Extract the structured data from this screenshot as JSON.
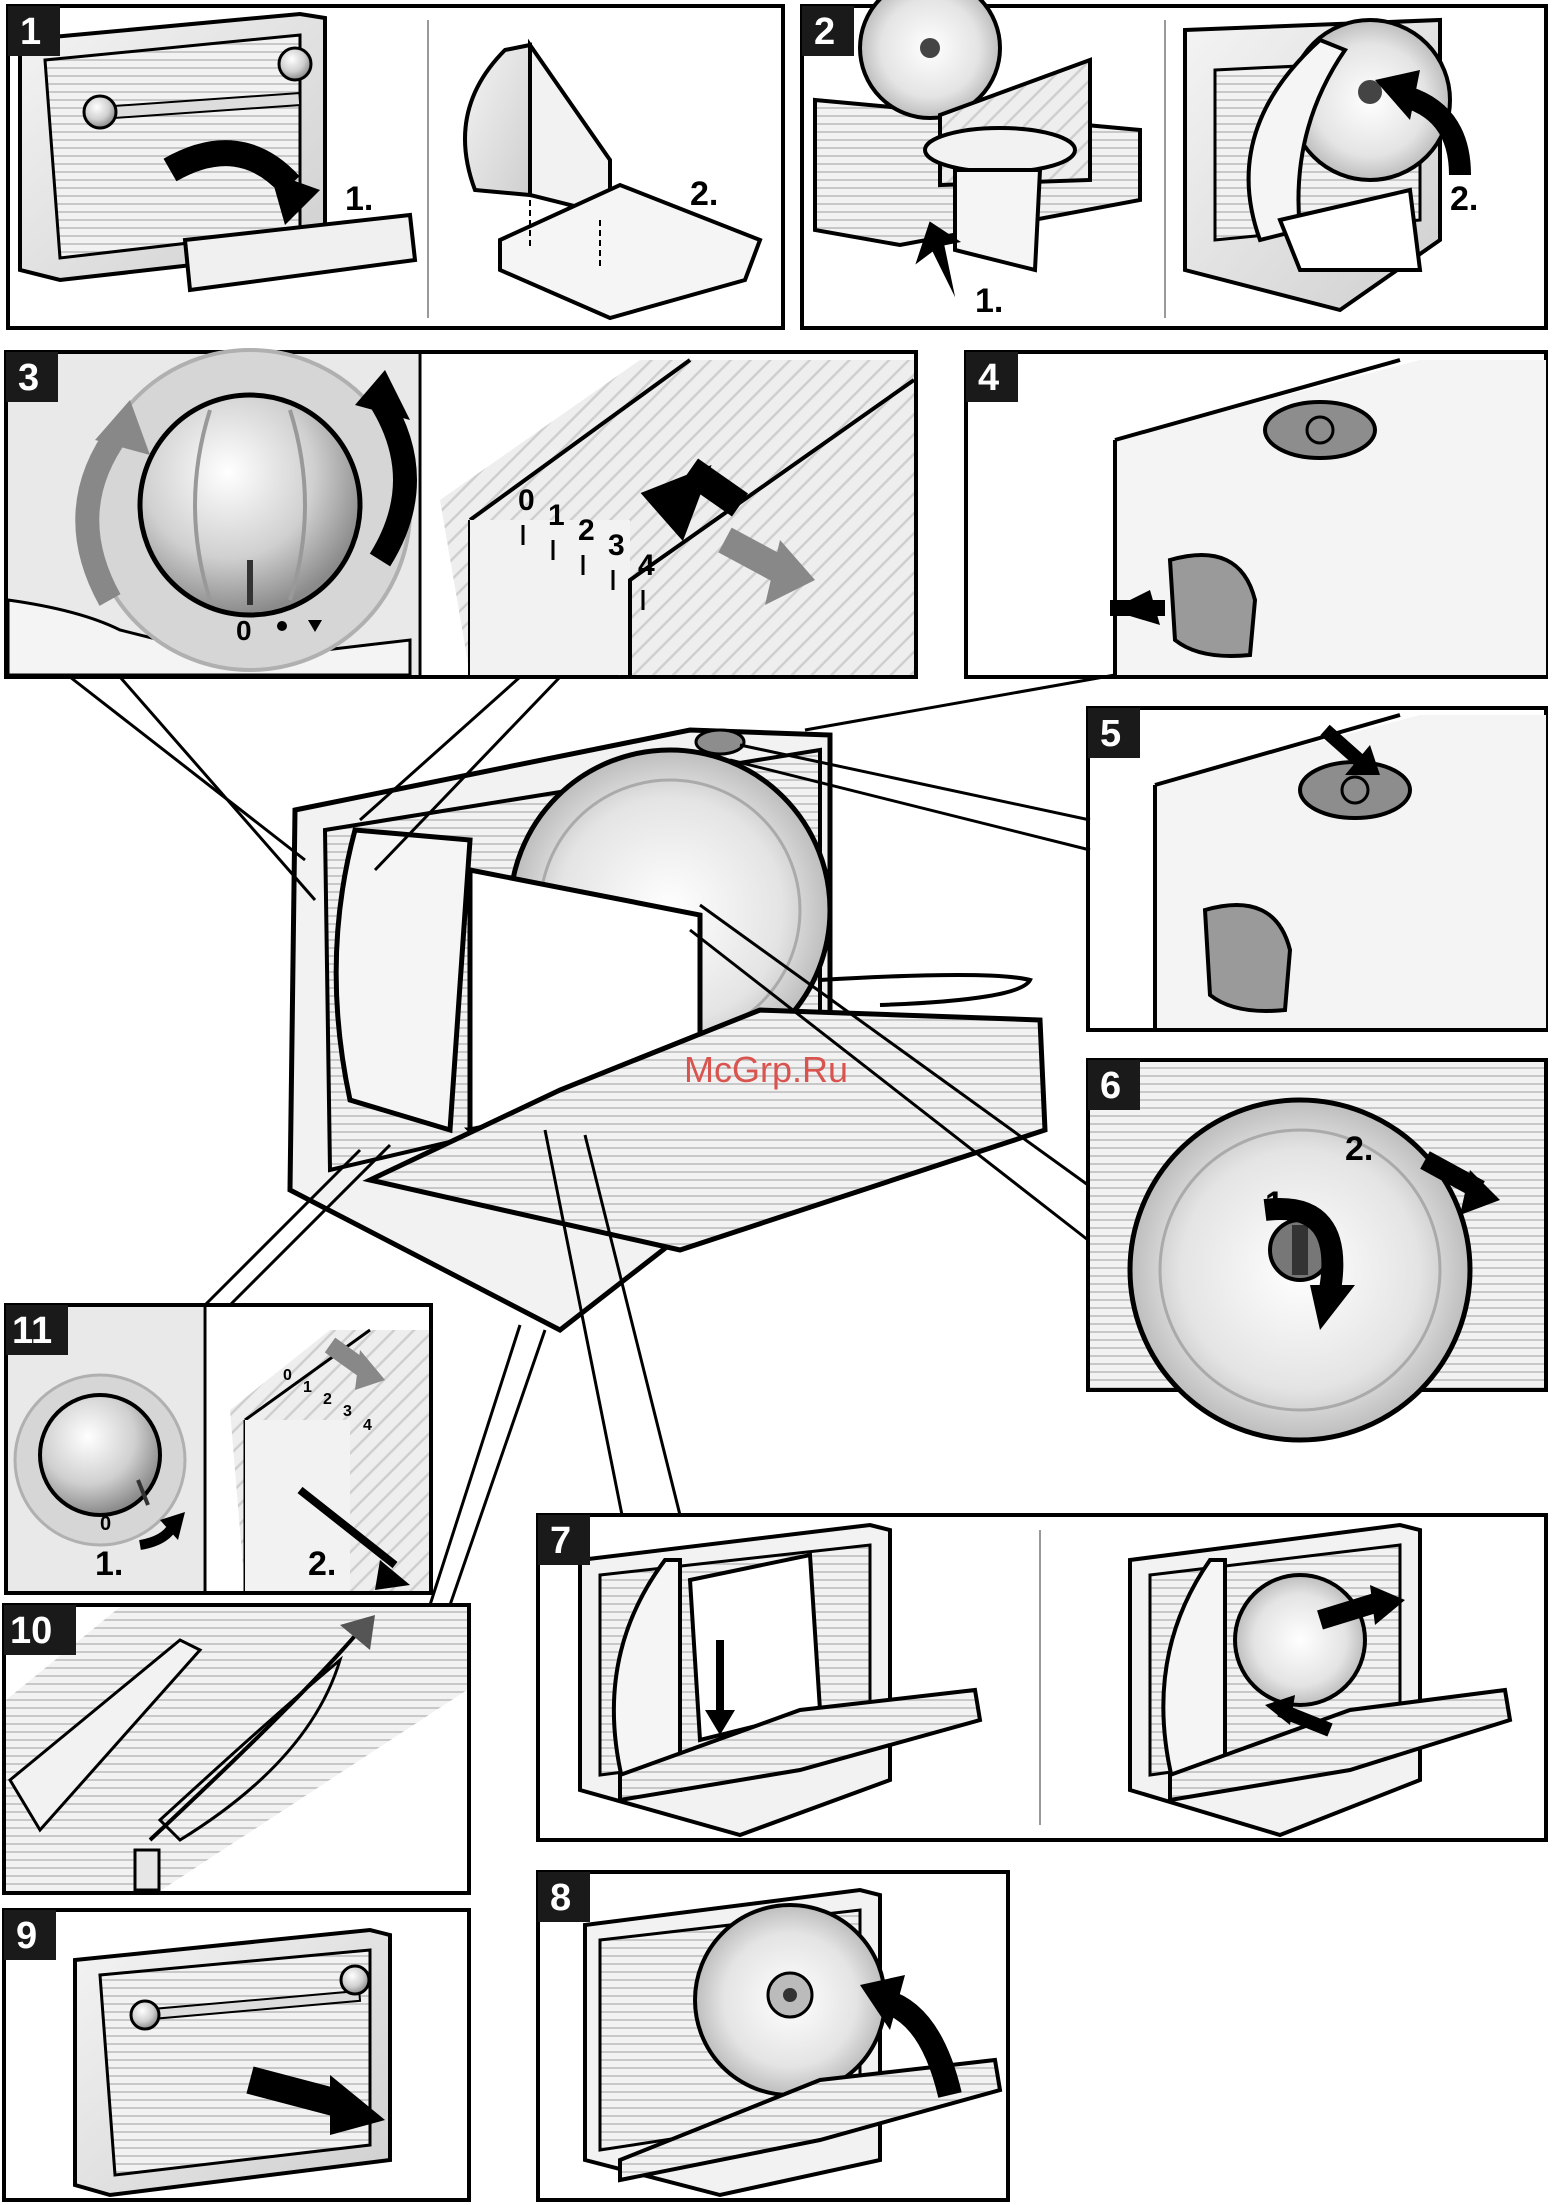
{
  "colors": {
    "panel_badge": "#1a1a1a",
    "watermark": "#d9534f",
    "device_gray": "#e6e6e6",
    "arrow_gray": "#8c8c8c"
  },
  "watermark": "McGrp.Ru",
  "panels": [
    {
      "id": "1",
      "label": "1",
      "steps": [
        "1.",
        "2."
      ]
    },
    {
      "id": "2",
      "label": "2",
      "steps": [
        "1.",
        "2."
      ]
    },
    {
      "id": "3",
      "label": "3",
      "dial_mark": "0",
      "scale": [
        "0",
        "1",
        "2",
        "3",
        "4"
      ]
    },
    {
      "id": "4",
      "label": "4"
    },
    {
      "id": "5",
      "label": "5"
    },
    {
      "id": "6",
      "label": "6",
      "steps": [
        "1.",
        "2."
      ]
    },
    {
      "id": "7",
      "label": "7"
    },
    {
      "id": "8",
      "label": "8"
    },
    {
      "id": "9",
      "label": "9"
    },
    {
      "id": "10",
      "label": "10"
    },
    {
      "id": "11",
      "label": "11",
      "dial_mark": "0",
      "scale": [
        "0",
        "1",
        "2",
        "3",
        "4"
      ],
      "steps": [
        "1.",
        "2."
      ]
    }
  ]
}
